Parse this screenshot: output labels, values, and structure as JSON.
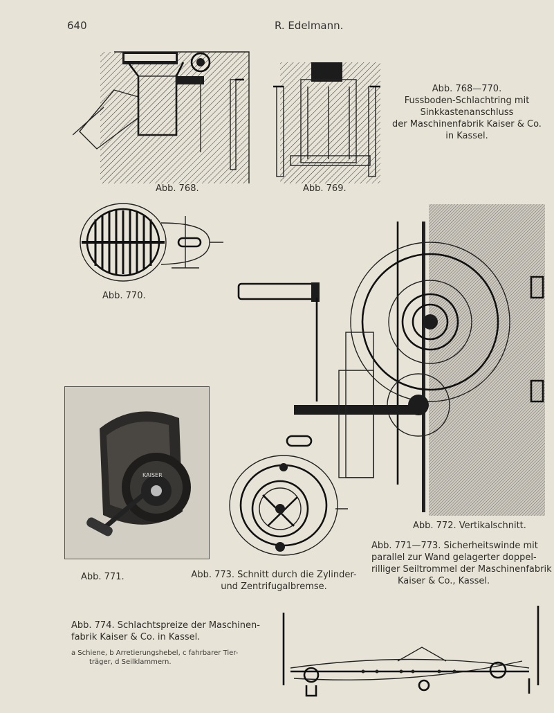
{
  "header": {
    "page_number": "640",
    "running_title": "R. Edelmann."
  },
  "captions": {
    "abb768_label": "Abb. 768.",
    "abb769_label": "Abb. 769.",
    "abb768_770_title": "Abb. 768—770.",
    "abb768_770_line1": "Fussboden-Schlachtring mit",
    "abb768_770_line2": "Sinkkastenanschluss",
    "abb768_770_line3": "der Maschinenfabrik Kaiser & Co.",
    "abb768_770_line4": "in Kassel.",
    "abb770_label": "Abb. 770.",
    "abb771_label": "Abb. 771.",
    "abb772_label": "Abb. 772. Vertikalschnitt.",
    "abb771_773_line1": "Abb. 771—773. Sicherheitswinde mit",
    "abb771_773_line2": "parallel zur Wand gelagerter doppel-",
    "abb771_773_line3": "rilliger Seiltrommel der Maschinenfabrik",
    "abb771_773_line4": "Kaiser & Co., Kassel.",
    "abb773_line1": "Abb. 773. Schnitt durch die Zylinder-",
    "abb773_line2": "und Zentrifugalbremse.",
    "abb774_line1": "Abb. 774. Schlachtspreize der Maschinen-",
    "abb774_line2": "fabrik Kaiser & Co. in Kassel.",
    "abb774_legend_line1": "a Schiene, b Arretierungshebel, c fahrbarer Tier-",
    "abb774_legend_line2": "träger, d Seilklammern."
  }
}
